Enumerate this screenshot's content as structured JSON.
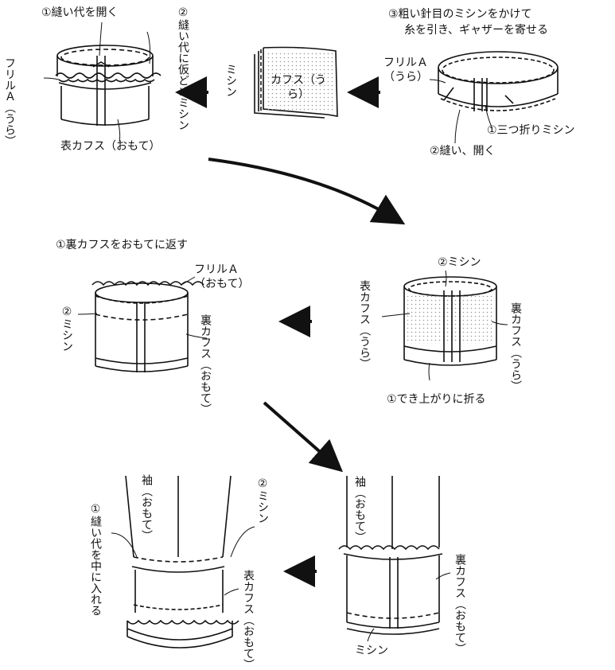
{
  "step1": {
    "open_seam": "①縫い代を開く",
    "baste": "②縫い代に仮どめミシン",
    "ruffle": "フリルＡ（うら）",
    "outer_cuff": "表カフス（おもて）",
    "stitch": "ミシン",
    "cuff_label": "カフス（うら）",
    "gather": "③粗い針目のミシンをかけて",
    "gather2": "糸を引き、ギャザーを寄せる",
    "ruffle_r": "フリルＡ（うら）",
    "triple_fold": "①三つ折りミシン",
    "sew_open": "②縫い、開く"
  },
  "step2": {
    "turn": "①裏カフスをおもてに返す",
    "ruffle": "フリルＡ（おもて）",
    "stitch": "②ミシン",
    "inner_cuff": "裏カフス（おもて）",
    "stitch_r": "②ミシン",
    "outer_cuff": "表カフス（うら）",
    "inner_cuff_r": "裏カフス（うら）",
    "fold": "①でき上がりに折る"
  },
  "step3": {
    "seam_in": "①縫い代を中に入れる",
    "sleeve": "袖（おもて）",
    "stitch": "②ミシン",
    "outer_cuff": "表カフス（おもて）",
    "sleeve_r": "袖（おもて）",
    "inner_cuff": "裏カフス（おもて）",
    "stitch_r": "ミシン"
  },
  "colors": {
    "ink": "#111111",
    "dots": "#9a9a9a"
  }
}
